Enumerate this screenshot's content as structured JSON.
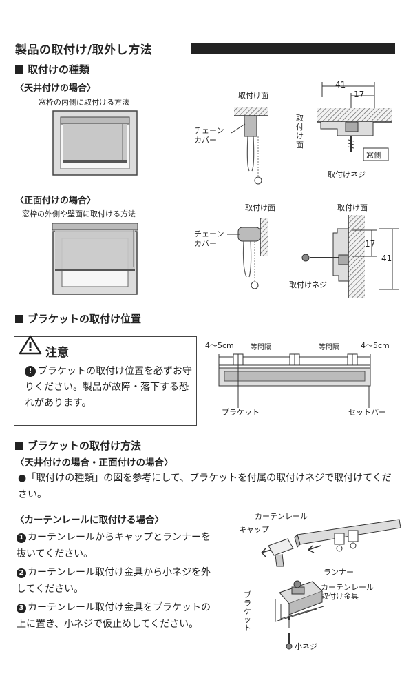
{
  "title": "製品の取付け/取外し方法",
  "types": {
    "heading": "取付けの種類",
    "ceiling": {
      "heading": "〈天井付けの場合〉",
      "caption": "窓枠の内側に取付ける方法",
      "surface_label": "取付け面",
      "chain_cover_label": "チェーン\nカバー",
      "dim_outer": "41",
      "dim_inner": "17",
      "side_label": "取\n付\nけ\n面",
      "window_side": "窓側",
      "screw_label": "取付けネジ"
    },
    "front": {
      "heading": "〈正面付けの場合〉",
      "caption": "窓枠の外側や壁面に取付ける方法",
      "surface_label": "取付け面",
      "chain_cover_label": "チェーン\nカバー",
      "surface_label_2": "取付け面",
      "dim_inner": "17",
      "dim_outer": "41",
      "screw_label": "取付けネジ"
    }
  },
  "position": {
    "heading": "ブラケットの取付け位置",
    "caution_title": "注意",
    "caution_text": "ブラケットの取付け位置を必ずお守りください。製品が故障・落下する恐れがあります。",
    "dim_left": "4～5cm",
    "equal_1": "等間隔",
    "equal_2": "等間隔",
    "dim_right": "4～5cm",
    "bracket_label": "ブラケット",
    "setbar_label": "セットバー"
  },
  "method": {
    "heading": "ブラケットの取付け方法",
    "subheading": "〈天井付けの場合・正面付けの場合〉",
    "bullet_text": "「取付けの種類」の図を参考にして、ブラケットを付属の取付けネジで取付けてください。",
    "rail_heading": "〈カーテンレールに取付ける場合〉",
    "steps": [
      {
        "num": "1",
        "text": "カーテンレールからキャップとランナーを抜いてください。"
      },
      {
        "num": "2",
        "text": "カーテンレール取付け金具から小ネジを外してください。"
      },
      {
        "num": "3",
        "text": "カーテンレール取付け金具をブラケットの上に置き、小ネジで仮止めしてください。"
      }
    ],
    "diagram": {
      "rail": "カーテンレール",
      "cap": "キャップ",
      "runner": "ランナー",
      "fitting": "カーテンレール\n取付け金具",
      "bracket": "ブ\nラ\nケ\nッ\nト",
      "small_screw": "小ネジ"
    }
  }
}
